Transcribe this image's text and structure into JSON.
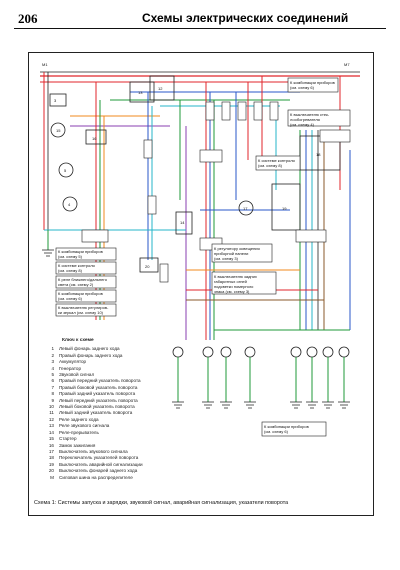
{
  "header": {
    "page_number": "206",
    "title": "Схемы электрических соединений"
  },
  "caption": "Схема 1: Системы запуска и зарядки, звуковой сигнал, аварийная сигнализация, указатели поворота",
  "legend": {
    "title": "Ключ к схеме",
    "items": [
      {
        "num": "1",
        "text": "Левый фонарь заднего хода"
      },
      {
        "num": "2",
        "text": "Правый фонарь заднего хода"
      },
      {
        "num": "3",
        "text": "Аккумулятор"
      },
      {
        "num": "4",
        "text": "Генератор"
      },
      {
        "num": "5",
        "text": "Звуковой сигнал"
      },
      {
        "num": "6",
        "text": "Правый передний указатель поворота"
      },
      {
        "num": "7",
        "text": "Правый боковой указатель поворота"
      },
      {
        "num": "8",
        "text": "Правый задний указатель поворота"
      },
      {
        "num": "9",
        "text": "Левый передний указатель поворота"
      },
      {
        "num": "10",
        "text": "Левый боковой указатель поворота"
      },
      {
        "num": "11",
        "text": "Левый задний указатель поворота"
      },
      {
        "num": "12",
        "text": "Реле заднего хода"
      },
      {
        "num": "13",
        "text": "Реле звукового сигнала"
      },
      {
        "num": "14",
        "text": "Реле-прерыватель"
      },
      {
        "num": "15",
        "text": "Стартер"
      },
      {
        "num": "16",
        "text": "Замок зажигания"
      },
      {
        "num": "17",
        "text": "Выключатель звукового сигнала"
      },
      {
        "num": "18",
        "text": "Переключатель указателей поворота"
      },
      {
        "num": "19",
        "text": "Выключатель аварийной сигнализации"
      },
      {
        "num": "20",
        "text": "Выключатель фонарей заднего хода"
      },
      {
        "num": "M",
        "text": "Силовая шина на распределителе"
      }
    ]
  },
  "diagram_labels": {
    "top_left_bus": "M1",
    "top_right_bus": "M7",
    "instr_cluster_6_top": "К комбинации приборов (см. схему 6)",
    "window_heater": "К выключателю стек-лообогревателя (см. схему 4)",
    "control_system": "К системе контроля (см. схему 8)",
    "dash_lighting_reg": "К регулятору освещения приборной панели (см. схему 3)",
    "rear_position_lights": "К выключателю задних габаритных огней подсветки номерного знака (см. схему 3)",
    "instr_cluster_5": "К комбинации приборов (см. схему 5)",
    "monitoring_system": "К системе контроля (см. схему 8)",
    "headlamp_relay": "К реле ближнего/дальнего света (см. схему 2)",
    "instr_cluster_6_mid": "К комбинации приборов (см. схему 6)",
    "mirror_switch": "К выключателю регулировки зеркал (см. схему 10)",
    "instr_cluster_6_bottom": "К комбинации приборов (см. схему 6)"
  },
  "wire_colors": {
    "red": "#e0262b",
    "green": "#1f9a3a",
    "blue": "#2a57c8",
    "cyan": "#26b6c9",
    "orange": "#f08a1c",
    "brown": "#8a5a2b",
    "black": "#222222",
    "violet": "#8a3fb0"
  }
}
